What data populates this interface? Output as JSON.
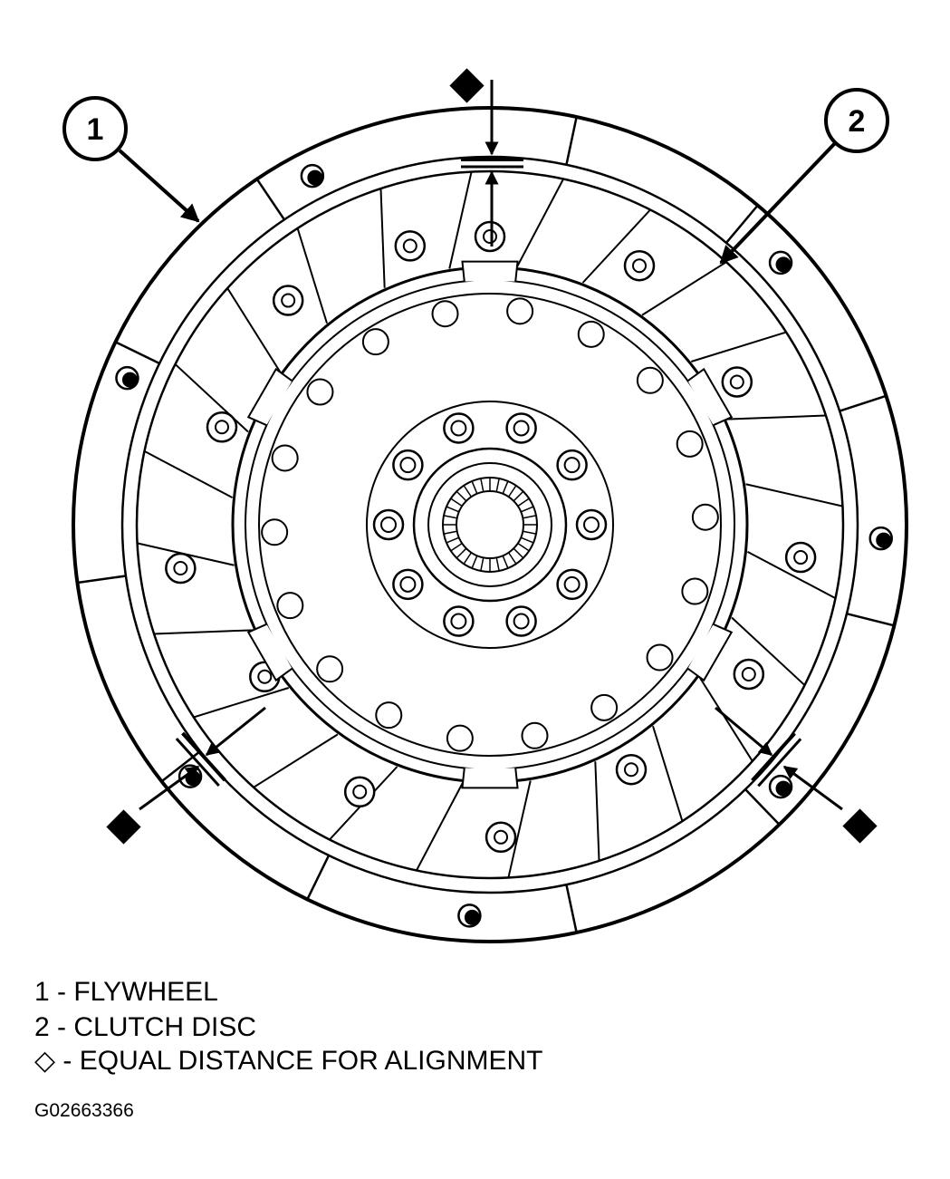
{
  "callouts": [
    {
      "number": "1"
    },
    {
      "number": "2"
    }
  ],
  "legend": [
    {
      "key": "1",
      "sep": " - ",
      "text": "FLYWHEEL"
    },
    {
      "key": "2",
      "sep": " - ",
      "text": "CLUTCH DISC"
    },
    {
      "key": "◇",
      "sep": " - ",
      "text": "EQUAL DISTANCE FOR ALIGNMENT"
    }
  ],
  "figure_id": "G02663366",
  "colors": {
    "ink": "#000000",
    "paper": "#ffffff"
  },
  "icons": [
    "alignment-diamond-icon",
    "pointer-arrow-icon"
  ]
}
